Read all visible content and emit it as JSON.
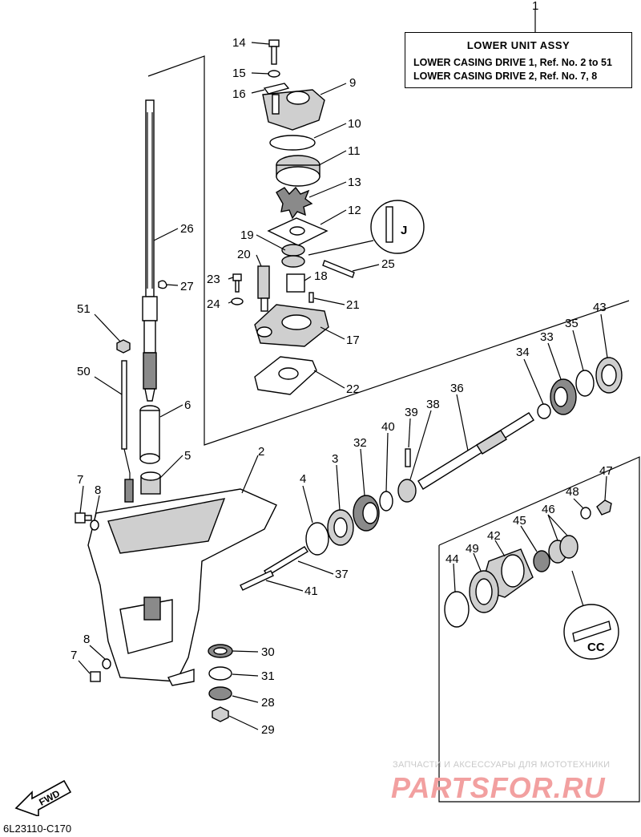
{
  "assembly": {
    "callout": "1",
    "title": "LOWER UNIT ASSY",
    "line1": "LOWER CASING DRIVE 1, Ref. No. 2 to 51",
    "line2": "LOWER CASING DRIVE 2, Ref. No. 7, 8"
  },
  "fwd_label": "FWD",
  "diagram_code": "6L23110-C170",
  "watermark": {
    "text": "ЗАПЧАСТИ И АКСЕССУАРЫ ДЛЯ МОТОТЕХНИКИ",
    "logo": "PARTSFOR.RU"
  },
  "detail_labels": {
    "upper": "J",
    "lower": "CC"
  },
  "callouts": {
    "c14": "14",
    "c15": "15",
    "c16": "16",
    "c9": "9",
    "c10": "10",
    "c11": "11",
    "c13": "13",
    "c12": "12",
    "c19": "19",
    "c20": "20",
    "c25": "25",
    "c18": "18",
    "c23": "23",
    "c24": "24",
    "c21": "21",
    "c17": "17",
    "c22": "22",
    "c26": "26",
    "c27": "27",
    "c51": "51",
    "c50": "50",
    "c6": "6",
    "c5": "5",
    "c2": "2",
    "c7a": "7",
    "c8a": "8",
    "c4": "4",
    "c3": "3",
    "c32": "32",
    "c40": "40",
    "c39": "39",
    "c38": "38",
    "c36": "36",
    "c34": "34",
    "c33": "33",
    "c35": "35",
    "c43": "43",
    "c47": "47",
    "c48": "48",
    "c46": "46",
    "c45": "45",
    "c42": "42",
    "c49": "49",
    "c44": "44",
    "c37": "37",
    "c41": "41",
    "c8b": "8",
    "c7b": "7",
    "c30": "30",
    "c31": "31",
    "c28": "28",
    "c29": "29"
  }
}
